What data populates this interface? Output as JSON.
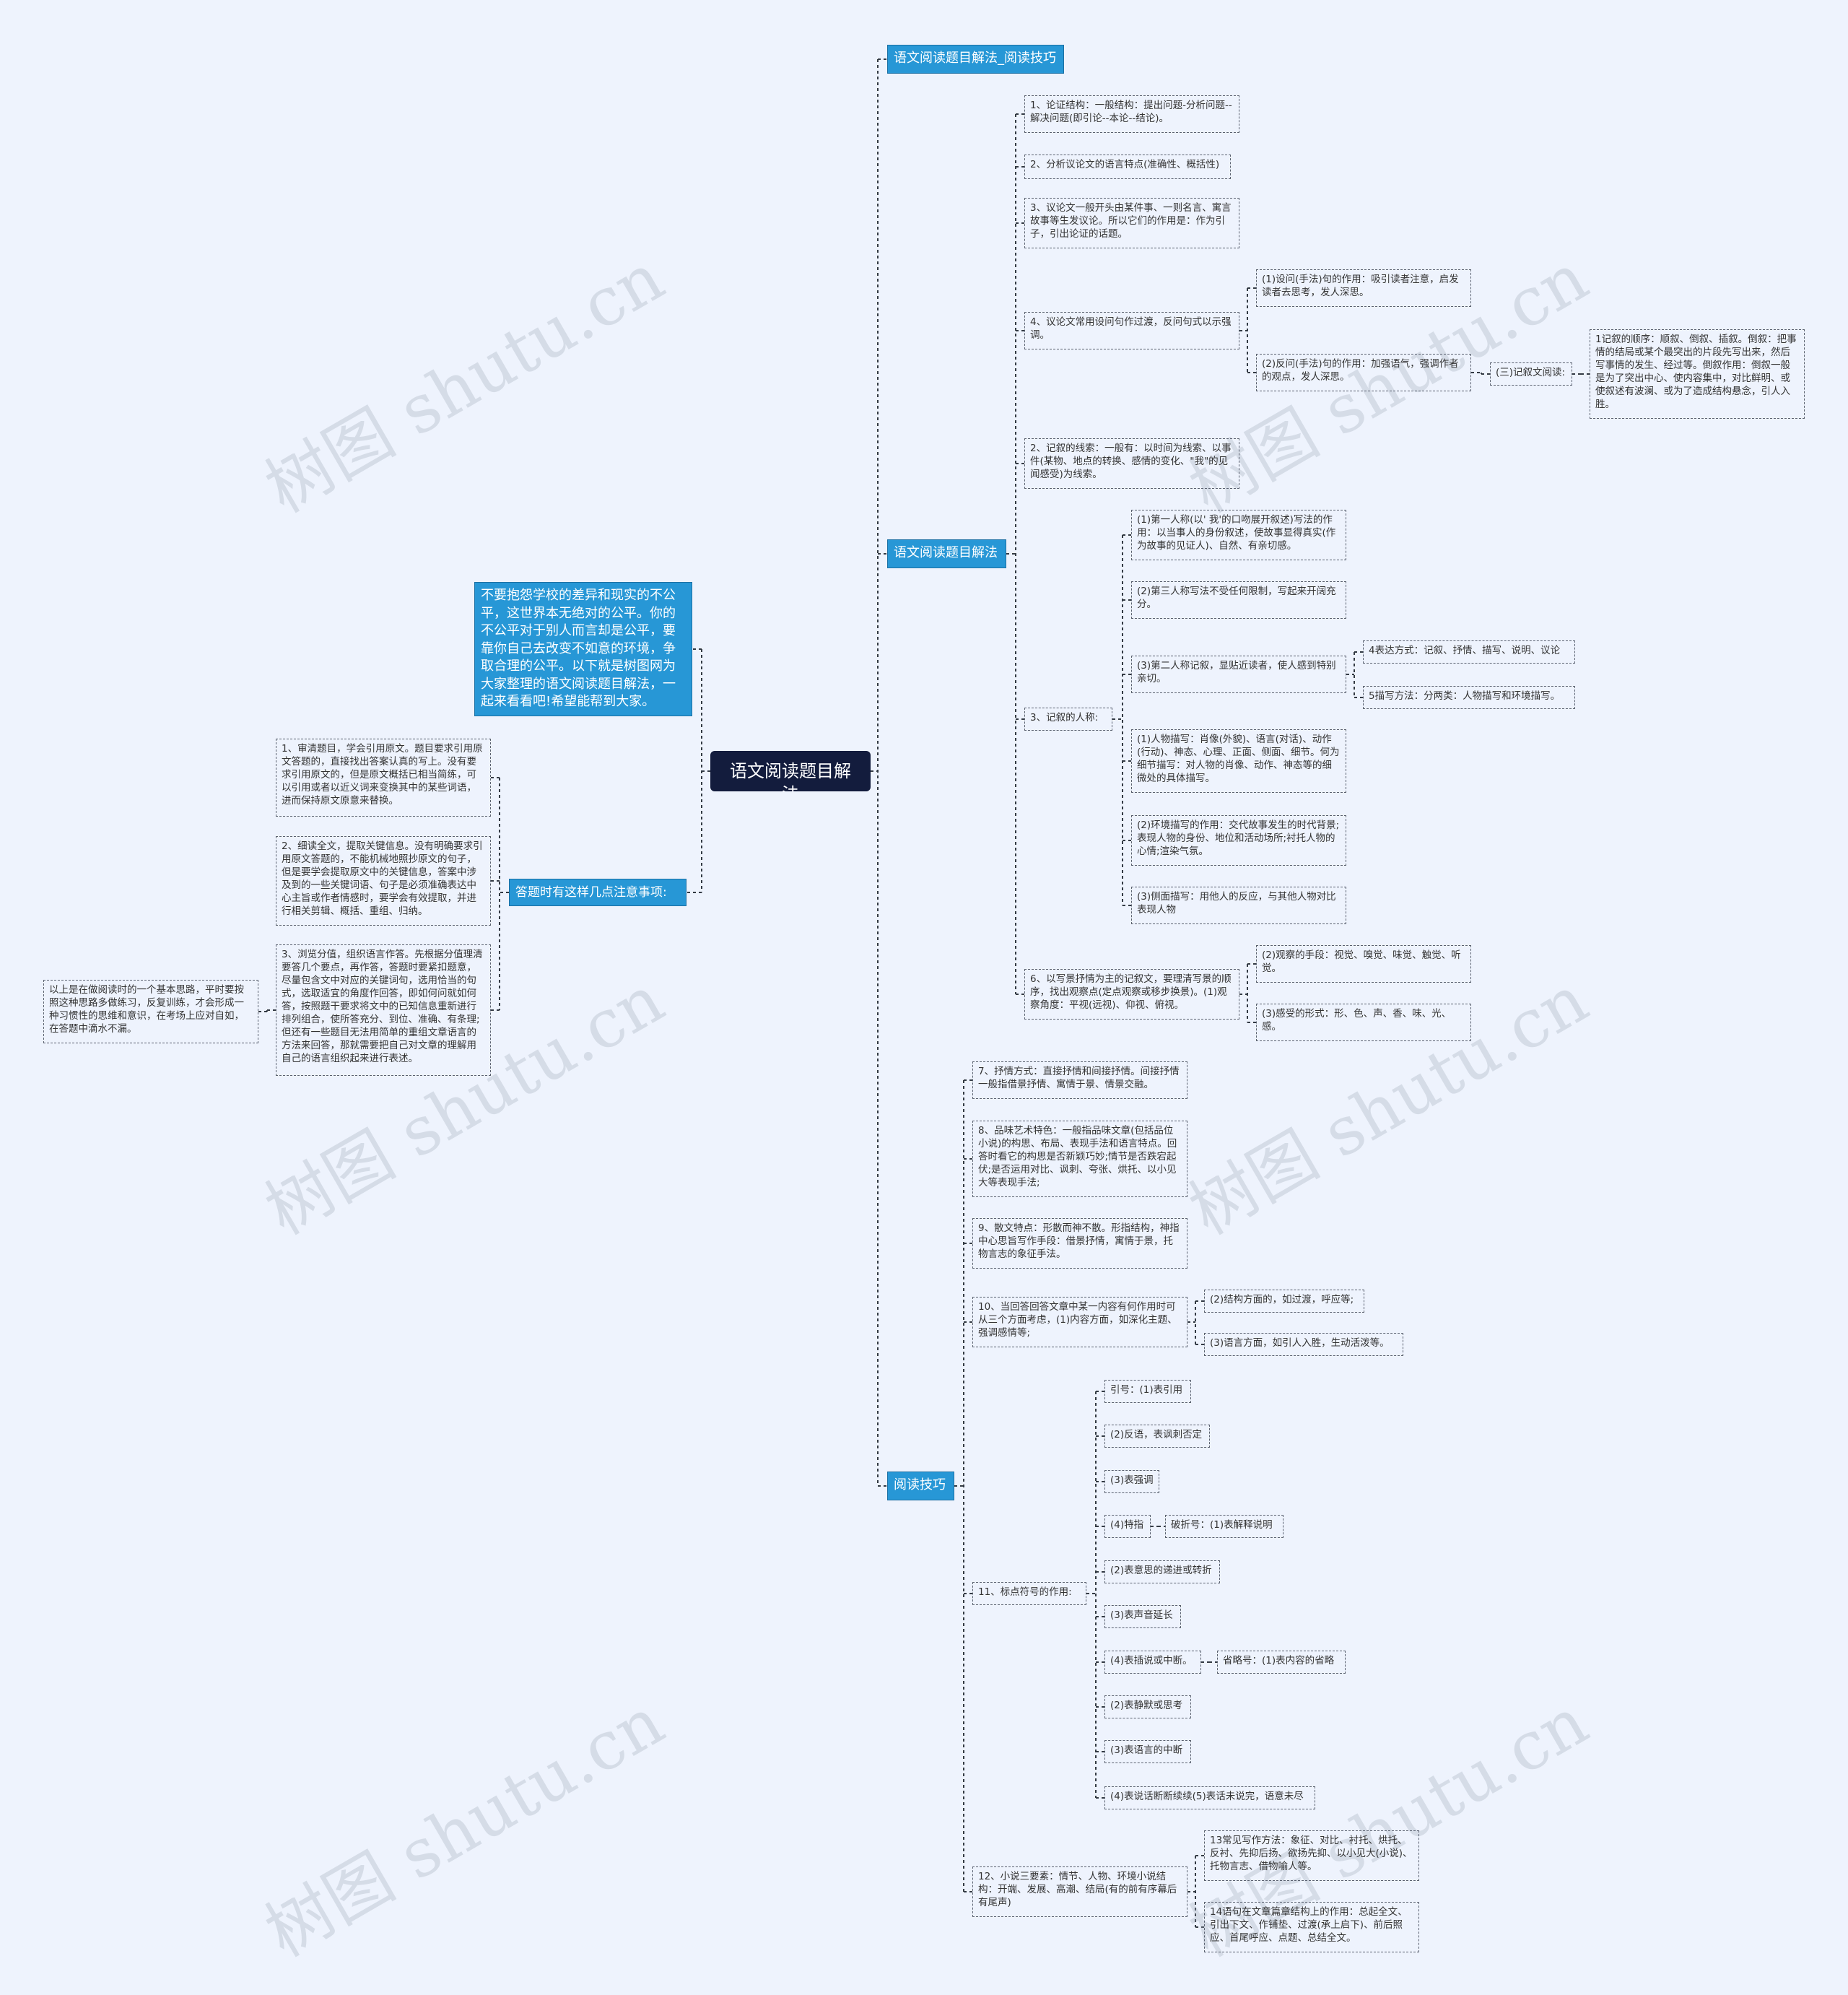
{
  "watermark": "树图 shutu.cn",
  "center": "语文阅读题目解法",
  "intro": "不要抱怨学校的差异和现实的不公平，这世界本无绝对的公平。你的不公平对于别人而言却是公平，要靠你自己去改变不如意的环境，争取合理的公平。以下就是树图网为大家整理的语文阅读题目解法，一起来看看吧!希望能帮到大家。",
  "left": {
    "label": "答题时有这样几点注意事项:",
    "items": [
      "1、审清题目，学会引用原文。题目要求引用原文答题的，直接找出答案认真的写上。没有要求引用原文的，但是原文概括已相当简练，可以引用或者以近义词来变换其中的某些词语，进而保持原文原意来替换。",
      "2、细读全文，提取关键信息。没有明确要求引用原文答题的，不能机械地照抄原文的句子，但是要学会提取原文中的关键信息，答案中涉及到的一些关键词语、句子是必须准确表达中心主旨或作者情感时，要学会有效提取，并进行相关剪辑、概括、重组、归纳。",
      "3、浏览分值，组织语言作答。先根据分值理清要答几个要点，再作答，答题时要紧扣题意，尽量包含文中对应的关键词句，选用恰当的句式，选取适宜的角度作回答，即如何问就如何答，按照题干要求将文中的已知信息重新进行排列组合，使所答充分、到位、准确、有条理;但还有一些题目无法用简单的重组文章语言的方法来回答，那就需要把自己对文章的理解用自己的语言组织起来进行表述。"
    ],
    "summary": "以上是在做阅读时的一个基本思路，平时要按照这种思路多做练习，反复训练，才会形成一种习惯性的思维和意识，在考场上应对自如，在答题中滴水不漏。"
  },
  "right": {
    "branch1": "语文阅读题目解法_阅读技巧",
    "branch2": {
      "label": "语文阅读题目解法",
      "items": {
        "a1": "1、论证结构：一般结构：提出问题-分析问题--解决问题(即引论--本论--结论)。",
        "a2": "2、分析议论文的语言特点(准确性、概括性)",
        "a3": "3、议论文一般开头由某件事、一则名言、寓言故事等生发议论。所以它们的作用是：作为引子，引出论证的话题。",
        "a4": "4、议论文常用设问句作过渡，反问句式以示强调。",
        "a4_1": "(1)设问(手法)句的作用：吸引读者注意，启发读者去思考，发人深思。",
        "a4_2": "(2)反问(手法)句的作用：加强语气，强调作者的观点，发人深思。",
        "a4_3": "(三)记叙文阅读:",
        "a4_4": "1记叙的顺序：顺叙、倒叙、插叙。倒叙：把事情的结局或某个最突出的片段先写出来，然后写事情的发生、经过等。倒叙作用：倒叙一般是为了突出中心、使内容集中，对比鲜明、或使叙述有波澜、或为了造成结构悬念，引人入胜。",
        "a5": "2、记叙的线索：一般有：以时间为线索、以事件(某物、地点的转换、感情的变化、\"我\"的见闻感受)为线索。",
        "a6": "3、记叙的人称:",
        "a6_1": "(1)第一人称(以' 我'的口吻展开叙述)写法的作用：以当事人的身份叙述，使故事显得真实(作为故事的见证人)、自然、有亲切感。",
        "a6_2": "(2)第三人称写法不受任何限制，写起来开阔充分。",
        "a6_3": "(3)第二人称记叙，显贴近读者，使人感到特别亲切。",
        "a6_3a": "4表达方式：记叙、抒情、描写、说明、议论",
        "a6_3b": "5描写方法：分两类：人物描写和环境描写。",
        "a6_4": "(1)人物描写：肖像(外貌)、语言(对话)、动作(行动)、神态、心理、正面、侧面、细节。何为细节描写：对人物的肖像、动作、神态等的细微处的具体描写。",
        "a6_5": "(2)环境描写的作用：交代故事发生的时代背景;表现人物的身份、地位和活动场所;衬托人物的心情;渲染气氛。",
        "a6_6": "(3)侧面描写：用他人的反应，与其他人物对比表现人物",
        "a7": "6、以写景抒情为主的记叙文，要理清写景的顺序，找出观察点(定点观察或移步换景)。(1)观察角度：平视(远视)、仰视、俯视。",
        "a7_1": "(2)观察的手段：视觉、嗅觉、味觉、触觉、听觉。",
        "a7_2": "(3)感受的形式：形、色、声、香、味、光、感。"
      }
    },
    "branch3": {
      "label": "阅读技巧",
      "items": {
        "b1": "7、抒情方式：直接抒情和间接抒情。间接抒情一般指借景抒情、寓情于景、情景交融。",
        "b2": "8、品味艺术特色：一般指品味文章(包括品位小说)的构思、布局、表现手法和语言特点。回答时看它的构思是否新颖巧妙;情节是否跌宕起伏;是否运用对比、讽刺、夸张、烘托、以小见大等表现手法;",
        "b3": "9、散文特点：形散而神不散。形指结构，神指中心思旨写作手段：借景抒情，寓情于景，托物言志的象征手法。",
        "b4": "10、当回答回答文章中某一内容有何作用时可从三个方面考虑，(1)内容方面，如深化主题、强调感情等;",
        "b4_1": "(2)结构方面的，如过渡，呼应等;",
        "b4_2": "(3)语言方面，如引人入胜，生动活泼等。",
        "b5": "11、标点符号的作用:",
        "p1": "引号：(1)表引用",
        "p2": "(2)反语，表讽刺否定",
        "p3": "(3)表强调",
        "p4": "(4)特指",
        "p4a": "破折号：(1)表解释说明",
        "p5": "(2)表意思的递进或转折",
        "p6": "(3)表声音延长",
        "p7": "(4)表插说或中断。",
        "p7a": "省略号：(1)表内容的省略",
        "p8": "(2)表静默或思考",
        "p9": "(3)表语言的中断",
        "p10": "(4)表说话断断续续(5)表话未说完，语意未尽",
        "b6": "12、小说三要素：情节、人物、环境小说结构：开端、发展、高潮、结局(有的前有序幕后有尾声)",
        "b6_1": "13常见写作方法：象征、对比、衬托、烘托、反衬、先抑后扬、欲扬先抑、以小见大(小说)、托物言志、借物喻人等。",
        "b6_2": "14语句在文章篇章结构上的作用：总起全文、引出下文、作铺垫、过渡(承上启下)、前后照应、首尾呼应、点题、总结全文。"
      }
    }
  },
  "colors": {
    "background": "#eef3fd",
    "center": "#131c3d",
    "accent": "#2797d6",
    "line": "#333a44"
  }
}
